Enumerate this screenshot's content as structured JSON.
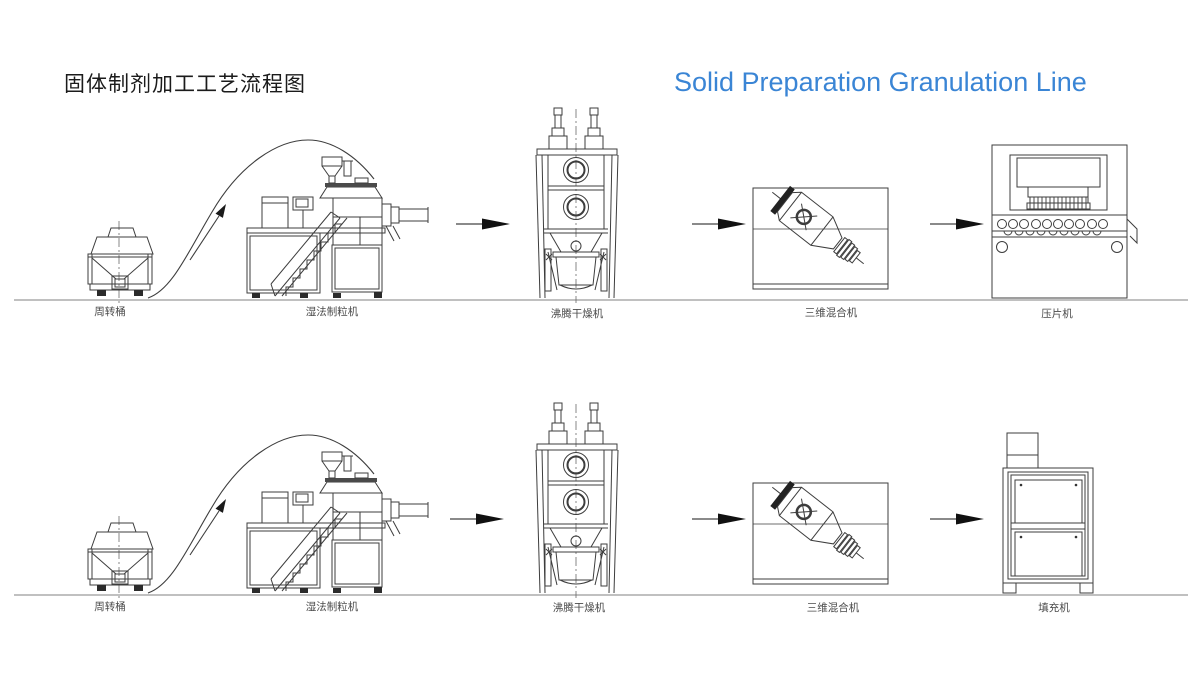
{
  "titles": {
    "zh": "固体制剂加工工艺流程图",
    "en": "Solid Preparation Granulation Line"
  },
  "colors": {
    "accent_blue": "#3a85d5",
    "line_dark": "#3d3d3d",
    "ground_gray": "#9a9a9a",
    "label_gray": "#4a4a4a",
    "background": "#ffffff"
  },
  "rows": [
    {
      "equipment": [
        {
          "label": "周转桶"
        },
        {
          "label": "湿法制粒机"
        },
        {
          "label": "沸腾干燥机"
        },
        {
          "label": "三维混合机"
        },
        {
          "label": "压片机"
        }
      ]
    },
    {
      "equipment": [
        {
          "label": "周转桶"
        },
        {
          "label": "湿法制粒机"
        },
        {
          "label": "沸腾干燥机"
        },
        {
          "label": "三维混合机"
        },
        {
          "label": "填充机"
        }
      ]
    }
  ],
  "icons": {
    "flow_arrow": "➤",
    "transfer_arrow": "↗"
  }
}
